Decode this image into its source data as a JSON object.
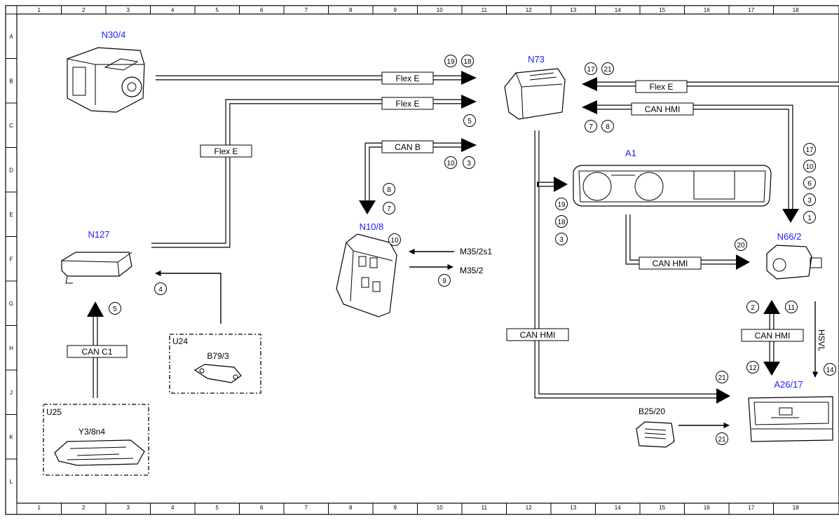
{
  "grid": {
    "cols": [
      "1",
      "2",
      "3",
      "4",
      "5",
      "6",
      "7",
      "8",
      "9",
      "10",
      "11",
      "12",
      "13",
      "14",
      "15",
      "16",
      "17",
      "18"
    ],
    "rows": [
      "A",
      "B",
      "C",
      "D",
      "E",
      "F",
      "G",
      "H",
      "J",
      "K",
      "L"
    ]
  },
  "components": {
    "n30_4": "N30/4",
    "n73": "N73",
    "a1": "A1",
    "n127": "N127",
    "n10_8": "N10/8",
    "n66_2": "N66/2",
    "a26_17": "A26/17",
    "u24": "U24",
    "b79_3": "B79/3",
    "u25": "U25",
    "y3_8n4": "Y3/8n4",
    "b25_20": "B25/20",
    "m35_2s1": "M35/2s1",
    "m35_2": "M35/2"
  },
  "buses": {
    "flex_e_1": "Flex E",
    "flex_e_2": "Flex E",
    "flex_e_3": "Flex E",
    "flex_e_4": "Flex E",
    "can_b": "CAN B",
    "can_hmi_1": "CAN HMI",
    "can_hmi_2": "CAN HMI",
    "can_hmi_3": "CAN HMI",
    "can_hmi_4": "CAN HMI",
    "can_c1": "CAN C1",
    "hsvl": "HSVL"
  },
  "circles": {
    "c19a": "19",
    "c18a": "18",
    "c5a": "5",
    "c10a": "10",
    "c3a": "3",
    "c8a": "8",
    "c7a": "7",
    "c17a": "17",
    "c21a": "21",
    "c7b": "7",
    "c8b": "8",
    "c17b": "17",
    "c10b": "10",
    "c6": "6",
    "c3b": "3",
    "c1": "1",
    "c19b": "19",
    "c18b": "18",
    "c3c": "3",
    "c20": "20",
    "c10c": "10",
    "c9": "9",
    "c4": "4",
    "c5b": "5",
    "c2": "2",
    "c11": "11",
    "c12": "12",
    "c14": "14",
    "c21b": "21",
    "c21c": "21"
  }
}
